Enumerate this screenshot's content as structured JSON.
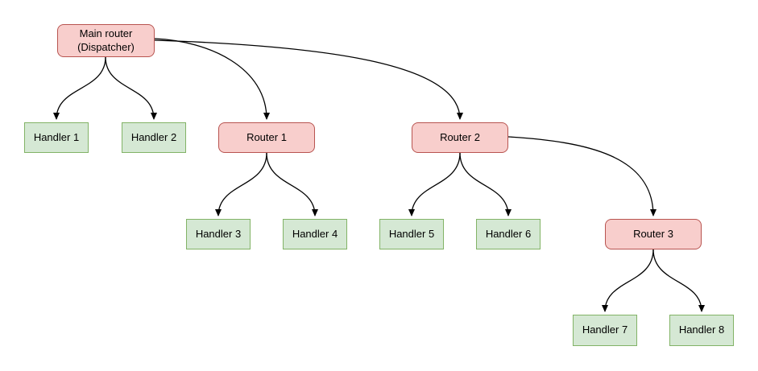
{
  "diagram": {
    "type": "routing-tree",
    "colors": {
      "router_fill": "#f8cecc",
      "router_stroke": "#b85450",
      "handler_fill": "#d5e8d4",
      "handler_stroke": "#82b366",
      "edge": "#000000",
      "background": "#ffffff",
      "text": "#000000"
    },
    "nodes": {
      "main_router": {
        "label": "Main router\n(Dispatcher)",
        "kind": "router"
      },
      "handler1": {
        "label": "Handler 1",
        "kind": "handler"
      },
      "handler2": {
        "label": "Handler 2",
        "kind": "handler"
      },
      "router1": {
        "label": "Router 1",
        "kind": "router"
      },
      "router2": {
        "label": "Router 2",
        "kind": "router"
      },
      "handler3": {
        "label": "Handler 3",
        "kind": "handler"
      },
      "handler4": {
        "label": "Handler 4",
        "kind": "handler"
      },
      "handler5": {
        "label": "Handler 5",
        "kind": "handler"
      },
      "handler6": {
        "label": "Handler 6",
        "kind": "handler"
      },
      "router3": {
        "label": "Router 3",
        "kind": "router"
      },
      "handler7": {
        "label": "Handler 7",
        "kind": "handler"
      },
      "handler8": {
        "label": "Handler 8",
        "kind": "handler"
      }
    },
    "edges": [
      {
        "from": "Main router (Dispatcher)",
        "to": "Handler 1"
      },
      {
        "from": "Main router (Dispatcher)",
        "to": "Handler 2"
      },
      {
        "from": "Main router (Dispatcher)",
        "to": "Router 1"
      },
      {
        "from": "Main router (Dispatcher)",
        "to": "Router 2"
      },
      {
        "from": "Router 1",
        "to": "Handler 3"
      },
      {
        "from": "Router 1",
        "to": "Handler 4"
      },
      {
        "from": "Router 2",
        "to": "Handler 5"
      },
      {
        "from": "Router 2",
        "to": "Handler 6"
      },
      {
        "from": "Router 2",
        "to": "Router 3"
      },
      {
        "from": "Router 3",
        "to": "Handler 7"
      },
      {
        "from": "Router 3",
        "to": "Handler 8"
      }
    ]
  }
}
